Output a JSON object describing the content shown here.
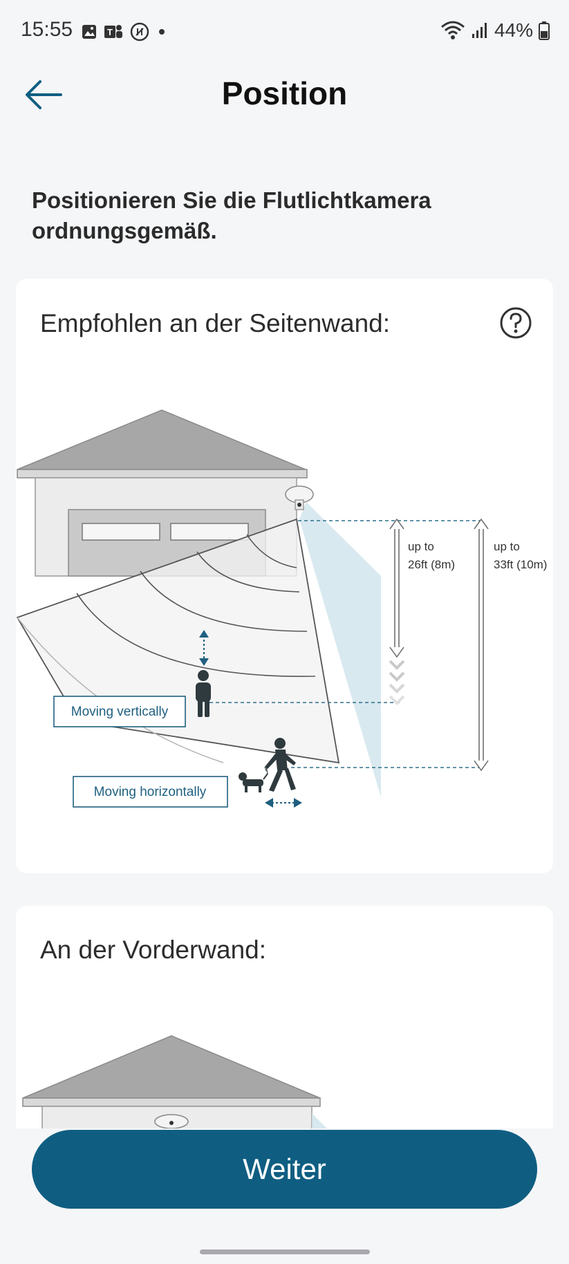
{
  "status_bar": {
    "time": "15:55",
    "battery": "44%",
    "left_icons": [
      "gallery-icon",
      "teams-icon",
      "browser-icon",
      "notification-dot-icon"
    ],
    "right_icons": [
      "wifi-icon",
      "signal-icon",
      "battery-icon"
    ]
  },
  "header": {
    "title": "Position",
    "back_icon": "arrow-left-icon"
  },
  "intro": {
    "heading": "Positionieren Sie die Flutlichtkamera ordnungsgemäß."
  },
  "side_card": {
    "title": "Empfohlen an der Seitenwand:",
    "help_icon": "question-mark-icon",
    "diagram": {
      "label_vertical": "Moving vertically",
      "label_horizontal": "Moving horizontally",
      "range_1_line1": "up to",
      "range_1_line2": "26ft (8m)",
      "range_2_line1": "up to",
      "range_2_line2": "33ft (10m)"
    }
  },
  "front_card": {
    "title": "An der Vorderwand:"
  },
  "footer": {
    "next_label": "Weiter"
  },
  "colors": {
    "accent": "#0f5e82",
    "background": "#f5f6f8",
    "card": "#ffffff"
  }
}
